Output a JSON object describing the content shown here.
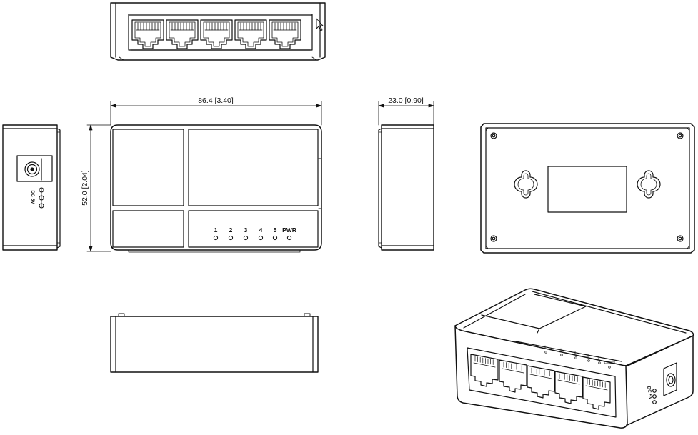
{
  "dimensions": {
    "width": "86.4 [3.40]",
    "height": "52.0 [2.04]",
    "depth": "23.0 [0.90]"
  },
  "leds": {
    "labels": [
      "1",
      "2",
      "3",
      "4",
      "5",
      "PWR"
    ]
  },
  "power": {
    "label": "DC 5V"
  },
  "icons": [
    "rj45-port-icon",
    "led-indicator-icon",
    "dc-jack-icon",
    "mounting-keyhole-icon",
    "cursor-icon"
  ],
  "colors": {
    "line": "#111111",
    "background": "#ffffff"
  }
}
